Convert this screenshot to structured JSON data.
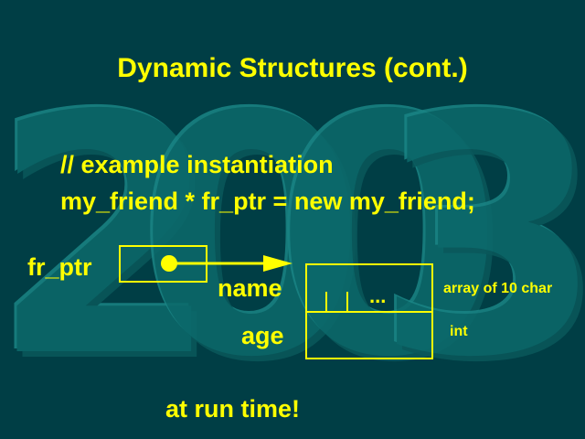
{
  "background_color": "#003e45",
  "accent_color": "#ffff00",
  "watermark": {
    "text": "2003",
    "digits": [
      "2",
      "0",
      "0",
      "3"
    ]
  },
  "slide": {
    "title": "Dynamic Structures (cont.)",
    "comment": "// example instantiation",
    "code": "my_friend * fr_ptr = new my_friend;",
    "pointer_label": "fr_ptr",
    "fields": [
      {
        "label": "name",
        "type_note": "array of 10 char",
        "contents": "..."
      },
      {
        "label": "age",
        "type_note": "int"
      }
    ],
    "footer": "at run time!"
  }
}
